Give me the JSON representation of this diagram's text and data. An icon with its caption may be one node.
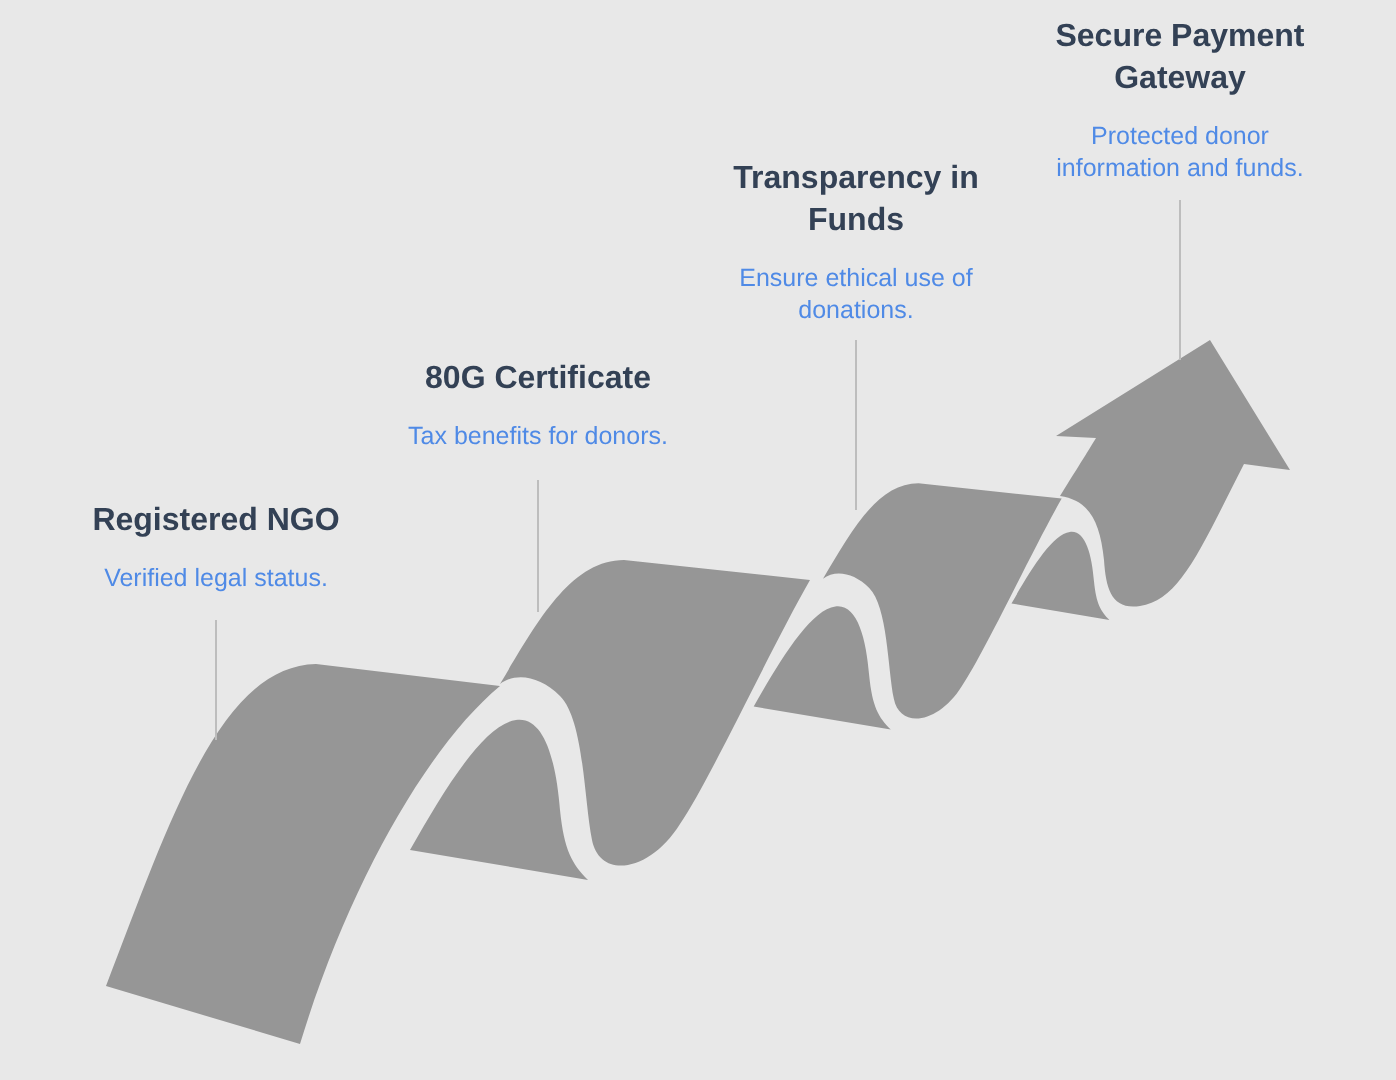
{
  "diagram": {
    "nodes": [
      {
        "text": [
          "Registered NGO",
          "Verified legal status."
        ]
      },
      {
        "text": [
          "80G Certificate",
          "Tax benefits for donors."
        ]
      },
      {
        "text": [
          "Transparency in Funds",
          "Ensure ethical use of donations."
        ]
      },
      {
        "text": [
          "Secure Payment Gateway",
          "Protected donor information and funds."
        ]
      },
      {
        "text": [],
        "shape": "picture"
      },
      {
        "text": [],
        "shape": "picture"
      },
      {
        "text": [],
        "shape": "picture"
      },
      {
        "text": [],
        "shape": "picture"
      }
    ],
    "edges": [
      {
        "from": 0,
        "to": 4,
        "arrow": "none"
      },
      {
        "from": 1,
        "to": 5,
        "arrow": "none"
      },
      {
        "from": 2,
        "to": 6,
        "arrow": "none"
      },
      {
        "from": 3,
        "to": 7,
        "arrow": "none"
      }
    ]
  }
}
